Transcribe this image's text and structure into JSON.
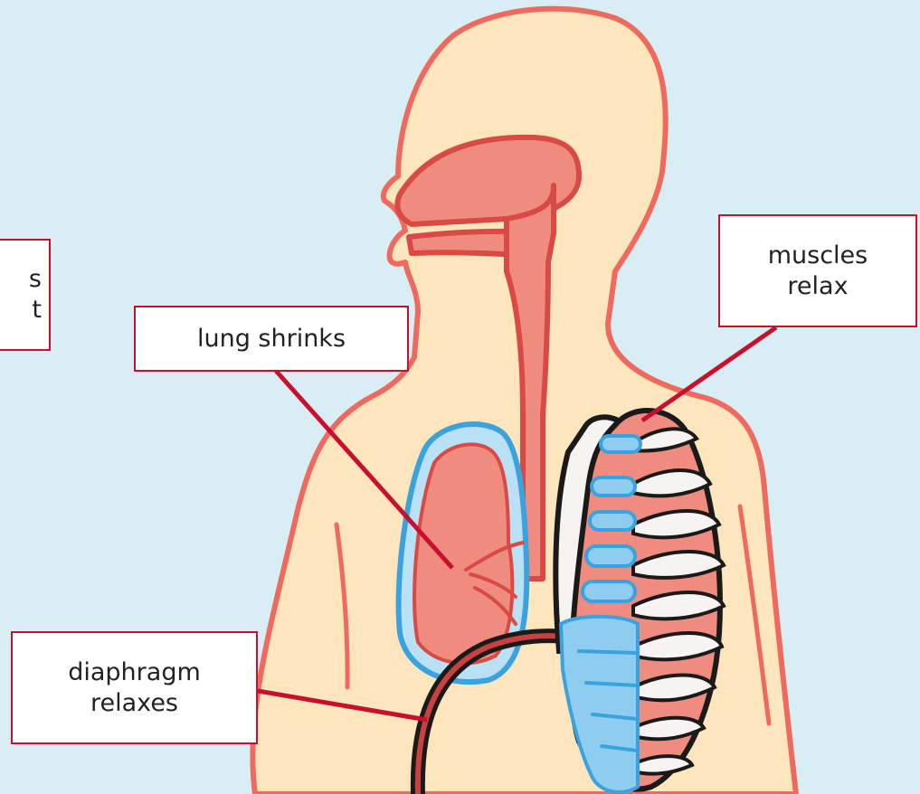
{
  "colors": {
    "background": "#d9edf4",
    "skin": "#fde6bd",
    "outline": "#ee6a5f",
    "airway": "#f08b80",
    "airway_dark": "#d94a45",
    "lung_rim": "#b9e0f5",
    "lung_rim_outline": "#3aa3dd",
    "rib_blue": "#8ecdf0",
    "rib_white": "#f7f3f1",
    "line_red": "#c8102e",
    "label_border": "#c8102e"
  },
  "labels": {
    "partial_left": {
      "line1": "s",
      "line2": "t"
    },
    "lung": {
      "line1": "lung shrinks"
    },
    "muscles": {
      "line1": "muscles",
      "line2": "relax"
    },
    "diaphragm": {
      "line1": "diaphragm",
      "line2": "relaxes"
    }
  }
}
